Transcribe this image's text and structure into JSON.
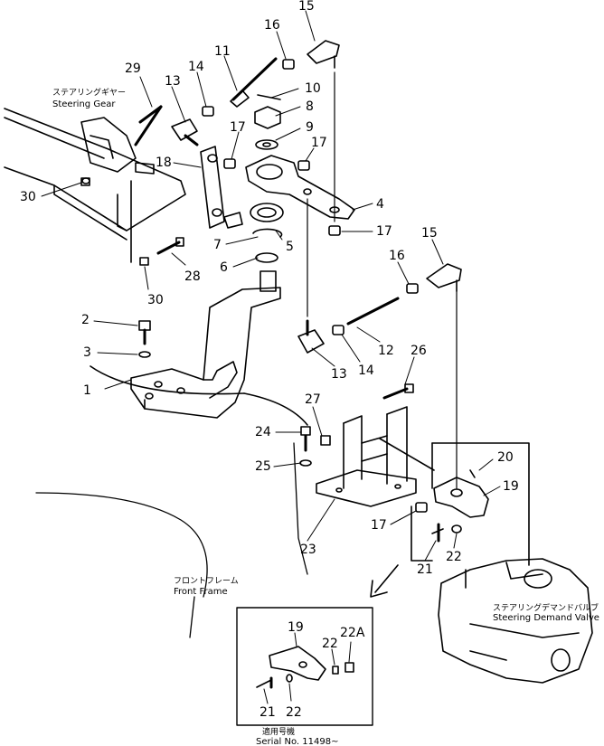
{
  "labels": {
    "steering_gear_jp": "ステアリングギヤー",
    "steering_gear_en": "Steering Gear",
    "front_frame_jp": "フロントフレーム",
    "front_frame_en": "Front Frame",
    "demand_valve_jp": "ステアリングデマンドバルブ",
    "demand_valve_en": "Steering Demand Valve",
    "serial_jp": "適用号機",
    "serial_en": "Serial No. 11498~"
  },
  "callouts": [
    "15",
    "16",
    "11",
    "14",
    "13",
    "29",
    "10",
    "8",
    "9",
    "17",
    "17",
    "18",
    "4",
    "30",
    "7",
    "5",
    "17",
    "16",
    "15",
    "28",
    "6",
    "30",
    "2",
    "12",
    "3",
    "13",
    "14",
    "26",
    "1",
    "27",
    "24",
    "20",
    "25",
    "19",
    "17",
    "23",
    "22",
    "21",
    "19",
    "22A",
    "22",
    "21",
    "22"
  ]
}
